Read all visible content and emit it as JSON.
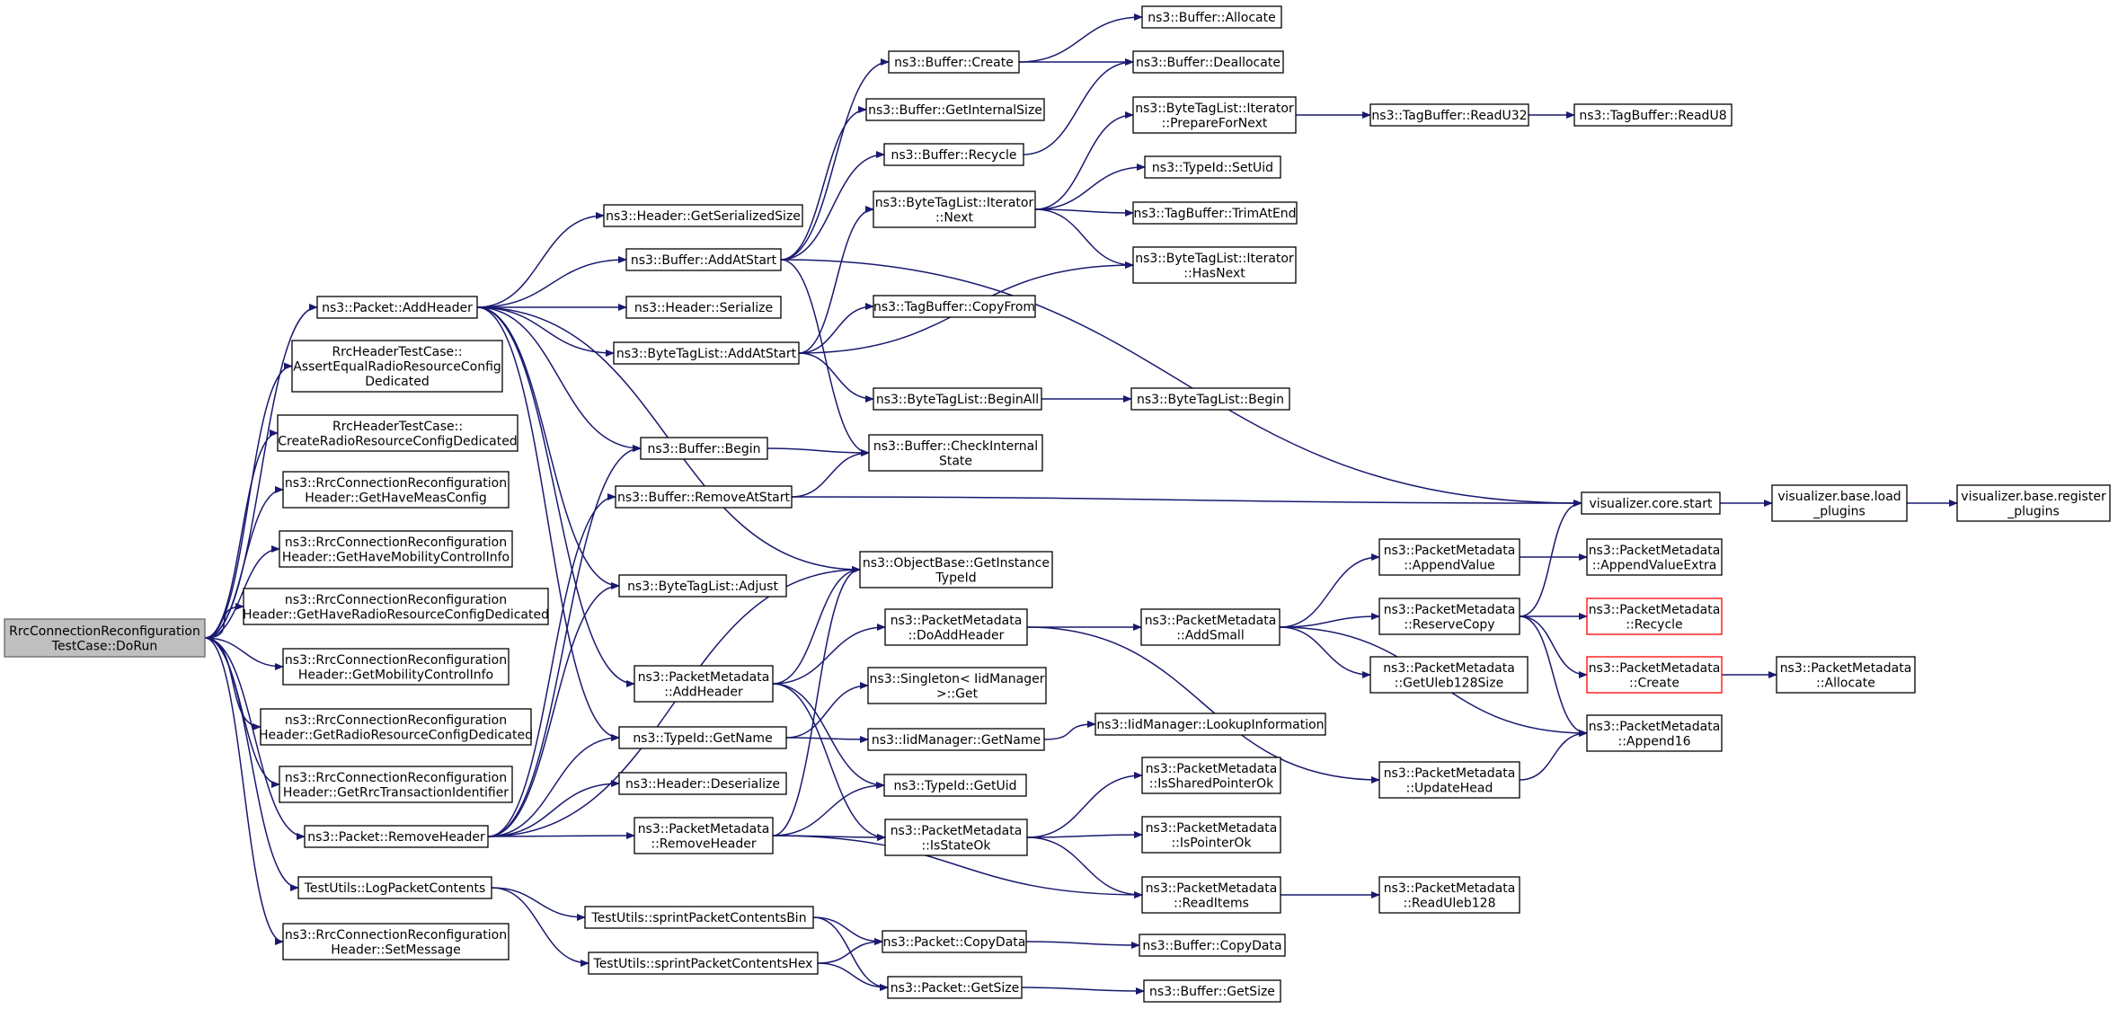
{
  "nodes": [
    {
      "id": "root",
      "lines": [
        "RrcConnectionReconfiguration",
        "TestCase::DoRun"
      ]
    },
    {
      "id": "pkt_addheader",
      "lines": [
        "ns3::Packet::AddHeader"
      ]
    },
    {
      "id": "assert_equal",
      "lines": [
        "RrcHeaderTestCase::",
        "AssertEqualRadioResourceConfig",
        "Dedicated"
      ]
    },
    {
      "id": "create_rrcd",
      "lines": [
        "RrcHeaderTestCase::",
        "CreateRadioResourceConfigDedicated"
      ]
    },
    {
      "id": "get_have_meas",
      "lines": [
        "ns3::RrcConnectionReconfiguration",
        "Header::GetHaveMeasConfig"
      ]
    },
    {
      "id": "get_have_mob",
      "lines": [
        "ns3::RrcConnectionReconfiguration",
        "Header::GetHaveMobilityControlInfo"
      ]
    },
    {
      "id": "get_have_rrcd",
      "lines": [
        "ns3::RrcConnectionReconfiguration",
        "Header::GetHaveRadioResourceConfigDedicated"
      ]
    },
    {
      "id": "get_mob",
      "lines": [
        "ns3::RrcConnectionReconfiguration",
        "Header::GetMobilityControlInfo"
      ]
    },
    {
      "id": "get_rrcd",
      "lines": [
        "ns3::RrcConnectionReconfiguration",
        "Header::GetRadioResourceConfigDedicated"
      ]
    },
    {
      "id": "get_rrc_tid",
      "lines": [
        "ns3::RrcConnectionReconfiguration",
        "Header::GetRrcTransactionIdentifier"
      ]
    },
    {
      "id": "pkt_removeheader",
      "lines": [
        "ns3::Packet::RemoveHeader"
      ]
    },
    {
      "id": "log_contents",
      "lines": [
        "TestUtils::LogPacketContents"
      ]
    },
    {
      "id": "set_message",
      "lines": [
        "ns3::RrcConnectionReconfiguration",
        "Header::SetMessage"
      ]
    },
    {
      "id": "hdr_getsersize",
      "lines": [
        "ns3::Header::GetSerializedSize"
      ]
    },
    {
      "id": "buf_addatstart",
      "lines": [
        "ns3::Buffer::AddAtStart"
      ]
    },
    {
      "id": "hdr_serialize",
      "lines": [
        "ns3::Header::Serialize"
      ]
    },
    {
      "id": "btl_addatstart",
      "lines": [
        "ns3::ByteTagList::AddAtStart"
      ]
    },
    {
      "id": "buf_begin",
      "lines": [
        "ns3::Buffer::Begin"
      ]
    },
    {
      "id": "buf_removeatstart",
      "lines": [
        "ns3::Buffer::RemoveAtStart"
      ]
    },
    {
      "id": "btl_adjust",
      "lines": [
        "ns3::ByteTagList::Adjust"
      ]
    },
    {
      "id": "pm_addheader",
      "lines": [
        "ns3::PacketMetadata",
        "::AddHeader"
      ]
    },
    {
      "id": "tid_getname",
      "lines": [
        "ns3::TypeId::GetName"
      ]
    },
    {
      "id": "hdr_deserialize",
      "lines": [
        "ns3::Header::Deserialize"
      ]
    },
    {
      "id": "pm_removeheader",
      "lines": [
        "ns3::PacketMetadata",
        "::RemoveHeader"
      ]
    },
    {
      "id": "sprint_bin",
      "lines": [
        "TestUtils::sprintPacketContentsBin"
      ]
    },
    {
      "id": "sprint_hex",
      "lines": [
        "TestUtils::sprintPacketContentsHex"
      ]
    },
    {
      "id": "buf_create",
      "lines": [
        "ns3::Buffer::Create"
      ]
    },
    {
      "id": "buf_getinternalsize",
      "lines": [
        "ns3::Buffer::GetInternalSize"
      ]
    },
    {
      "id": "buf_recycle",
      "lines": [
        "ns3::Buffer::Recycle"
      ]
    },
    {
      "id": "btl_it_next",
      "lines": [
        "ns3::ByteTagList::Iterator",
        "::Next"
      ]
    },
    {
      "id": "tb_copyfrom",
      "lines": [
        "ns3::TagBuffer::CopyFrom"
      ]
    },
    {
      "id": "btl_beginall",
      "lines": [
        "ns3::ByteTagList::BeginAll"
      ]
    },
    {
      "id": "buf_checkinternal",
      "lines": [
        "ns3::Buffer::CheckInternal",
        "State"
      ]
    },
    {
      "id": "ob_getinstance",
      "lines": [
        "ns3::ObjectBase::GetInstance",
        "TypeId"
      ]
    },
    {
      "id": "pm_doaddheader",
      "lines": [
        "ns3::PacketMetadata",
        "::DoAddHeader"
      ]
    },
    {
      "id": "singleton_get",
      "lines": [
        "ns3::Singleton< IidManager",
        ">::Get"
      ]
    },
    {
      "id": "iid_getname",
      "lines": [
        "ns3::IidManager::GetName"
      ]
    },
    {
      "id": "tid_getuid",
      "lines": [
        "ns3::TypeId::GetUid"
      ]
    },
    {
      "id": "pm_isstateok",
      "lines": [
        "ns3::PacketMetadata",
        "::IsStateOk"
      ]
    },
    {
      "id": "pkt_copydata",
      "lines": [
        "ns3::Packet::CopyData"
      ]
    },
    {
      "id": "pkt_getsize",
      "lines": [
        "ns3::Packet::GetSize"
      ]
    },
    {
      "id": "buf_allocate",
      "lines": [
        "ns3::Buffer::Allocate"
      ]
    },
    {
      "id": "buf_deallocate",
      "lines": [
        "ns3::Buffer::Deallocate"
      ]
    },
    {
      "id": "btl_it_preparefornext",
      "lines": [
        "ns3::ByteTagList::Iterator",
        "::PrepareForNext"
      ]
    },
    {
      "id": "tid_setuid",
      "lines": [
        "ns3::TypeId::SetUid"
      ]
    },
    {
      "id": "tb_trimatend",
      "lines": [
        "ns3::TagBuffer::TrimAtEnd"
      ]
    },
    {
      "id": "btl_it_hasnext",
      "lines": [
        "ns3::ByteTagList::Iterator",
        "::HasNext"
      ]
    },
    {
      "id": "btl_begin",
      "lines": [
        "ns3::ByteTagList::Begin"
      ]
    },
    {
      "id": "pm_addsmall",
      "lines": [
        "ns3::PacketMetadata",
        "::AddSmall"
      ]
    },
    {
      "id": "iid_lookup",
      "lines": [
        "ns3::IidManager::LookupInformation"
      ]
    },
    {
      "id": "pm_issharedok",
      "lines": [
        "ns3::PacketMetadata",
        "::IsSharedPointerOk"
      ]
    },
    {
      "id": "pm_ispointerok",
      "lines": [
        "ns3::PacketMetadata",
        "::IsPointerOk"
      ]
    },
    {
      "id": "pm_readitems",
      "lines": [
        "ns3::PacketMetadata",
        "::ReadItems"
      ]
    },
    {
      "id": "buf_copydata",
      "lines": [
        "ns3::Buffer::CopyData"
      ]
    },
    {
      "id": "buf_getsize",
      "lines": [
        "ns3::Buffer::GetSize"
      ]
    },
    {
      "id": "tb_readu32",
      "lines": [
        "ns3::TagBuffer::ReadU32"
      ]
    },
    {
      "id": "pm_appendvalue",
      "lines": [
        "ns3::PacketMetadata",
        "::AppendValue"
      ]
    },
    {
      "id": "pm_reservecopy",
      "lines": [
        "ns3::PacketMetadata",
        "::ReserveCopy"
      ]
    },
    {
      "id": "pm_getuleb128size",
      "lines": [
        "ns3::PacketMetadata",
        "::GetUleb128Size"
      ]
    },
    {
      "id": "pm_updatehead",
      "lines": [
        "ns3::PacketMetadata",
        "::UpdateHead"
      ]
    },
    {
      "id": "pm_readuleb128",
      "lines": [
        "ns3::PacketMetadata",
        "::ReadUleb128"
      ]
    },
    {
      "id": "tb_readu8",
      "lines": [
        "ns3::TagBuffer::ReadU8"
      ]
    },
    {
      "id": "vis_core_start",
      "lines": [
        "visualizer.core.start"
      ]
    },
    {
      "id": "pm_appendvalueextra",
      "lines": [
        "ns3::PacketMetadata",
        "::AppendValueExtra"
      ]
    },
    {
      "id": "pm_recycle",
      "lines": [
        "ns3::PacketMetadata",
        "::Recycle"
      ],
      "truncated": true
    },
    {
      "id": "pm_create",
      "lines": [
        "ns3::PacketMetadata",
        "::Create"
      ],
      "truncated": true
    },
    {
      "id": "pm_append16",
      "lines": [
        "ns3::PacketMetadata",
        "::Append16"
      ]
    },
    {
      "id": "vis_base_load",
      "lines": [
        "visualizer.base.load",
        "_plugins"
      ]
    },
    {
      "id": "pm_allocate",
      "lines": [
        "ns3::PacketMetadata",
        "::Allocate"
      ]
    },
    {
      "id": "vis_base_register",
      "lines": [
        "visualizer.base.register",
        "_plugins"
      ]
    }
  ],
  "edges": [
    [
      "root",
      "pkt_addheader"
    ],
    [
      "root",
      "assert_equal"
    ],
    [
      "root",
      "create_rrcd"
    ],
    [
      "root",
      "get_have_meas"
    ],
    [
      "root",
      "get_have_mob"
    ],
    [
      "root",
      "get_have_rrcd"
    ],
    [
      "root",
      "get_mob"
    ],
    [
      "root",
      "get_rrcd"
    ],
    [
      "root",
      "get_rrc_tid"
    ],
    [
      "root",
      "pkt_removeheader"
    ],
    [
      "root",
      "log_contents"
    ],
    [
      "root",
      "set_message"
    ],
    [
      "pkt_addheader",
      "hdr_getsersize"
    ],
    [
      "pkt_addheader",
      "buf_addatstart"
    ],
    [
      "pkt_addheader",
      "hdr_serialize"
    ],
    [
      "pkt_addheader",
      "btl_addatstart"
    ],
    [
      "pkt_addheader",
      "buf_begin"
    ],
    [
      "pkt_addheader",
      "btl_adjust"
    ],
    [
      "pkt_addheader",
      "pm_addheader"
    ],
    [
      "pkt_addheader",
      "tid_getname"
    ],
    [
      "pkt_addheader",
      "ob_getinstance"
    ],
    [
      "pkt_removeheader",
      "buf_begin"
    ],
    [
      "pkt_removeheader",
      "buf_removeatstart"
    ],
    [
      "pkt_removeheader",
      "btl_adjust"
    ],
    [
      "pkt_removeheader",
      "tid_getname"
    ],
    [
      "pkt_removeheader",
      "hdr_deserialize"
    ],
    [
      "pkt_removeheader",
      "pm_removeheader"
    ],
    [
      "pkt_removeheader",
      "ob_getinstance"
    ],
    [
      "log_contents",
      "sprint_bin"
    ],
    [
      "log_contents",
      "sprint_hex"
    ],
    [
      "buf_addatstart",
      "buf_create"
    ],
    [
      "buf_addatstart",
      "buf_getinternalsize"
    ],
    [
      "buf_addatstart",
      "buf_recycle"
    ],
    [
      "buf_addatstart",
      "buf_checkinternal"
    ],
    [
      "buf_addatstart",
      "vis_core_start"
    ],
    [
      "btl_addatstart",
      "btl_it_next"
    ],
    [
      "btl_addatstart",
      "tb_copyfrom"
    ],
    [
      "btl_addatstart",
      "btl_it_hasnext"
    ],
    [
      "btl_addatstart",
      "btl_beginall"
    ],
    [
      "buf_begin",
      "buf_checkinternal"
    ],
    [
      "buf_removeatstart",
      "buf_checkinternal"
    ],
    [
      "buf_removeatstart",
      "vis_core_start"
    ],
    [
      "pm_addheader",
      "ob_getinstance"
    ],
    [
      "pm_addheader",
      "pm_doaddheader"
    ],
    [
      "pm_addheader",
      "tid_getuid"
    ],
    [
      "pm_addheader",
      "pm_isstateok"
    ],
    [
      "tid_getname",
      "singleton_get"
    ],
    [
      "tid_getname",
      "iid_getname"
    ],
    [
      "pm_removeheader",
      "tid_getuid"
    ],
    [
      "pm_removeheader",
      "pm_isstateok"
    ],
    [
      "pm_removeheader",
      "pm_readitems"
    ],
    [
      "pm_removeheader",
      "ob_getinstance"
    ],
    [
      "sprint_bin",
      "pkt_copydata"
    ],
    [
      "sprint_bin",
      "pkt_getsize"
    ],
    [
      "sprint_hex",
      "pkt_copydata"
    ],
    [
      "sprint_hex",
      "pkt_getsize"
    ],
    [
      "buf_create",
      "buf_allocate"
    ],
    [
      "buf_create",
      "buf_deallocate"
    ],
    [
      "buf_recycle",
      "buf_deallocate"
    ],
    [
      "btl_it_next",
      "btl_it_preparefornext"
    ],
    [
      "btl_it_next",
      "tid_setuid"
    ],
    [
      "btl_it_next",
      "tb_trimatend"
    ],
    [
      "btl_it_next",
      "btl_it_hasnext"
    ],
    [
      "btl_beginall",
      "btl_begin"
    ],
    [
      "pm_doaddheader",
      "pm_addsmall"
    ],
    [
      "pm_doaddheader",
      "pm_updatehead"
    ],
    [
      "iid_getname",
      "iid_lookup"
    ],
    [
      "pm_isstateok",
      "pm_issharedok"
    ],
    [
      "pm_isstateok",
      "pm_ispointerok"
    ],
    [
      "pm_isstateok",
      "pm_readitems"
    ],
    [
      "pkt_copydata",
      "buf_copydata"
    ],
    [
      "pkt_getsize",
      "buf_getsize"
    ],
    [
      "btl_it_preparefornext",
      "tb_readu32"
    ],
    [
      "pm_addsmall",
      "pm_appendvalue"
    ],
    [
      "pm_addsmall",
      "pm_reservecopy"
    ],
    [
      "pm_addsmall",
      "pm_getuleb128size"
    ],
    [
      "pm_addsmall",
      "pm_append16"
    ],
    [
      "pm_readitems",
      "pm_readuleb128"
    ],
    [
      "tb_readu32",
      "tb_readu8"
    ],
    [
      "pm_appendvalue",
      "pm_appendvalueextra"
    ],
    [
      "pm_reservecopy",
      "vis_core_start"
    ],
    [
      "pm_reservecopy",
      "pm_recycle"
    ],
    [
      "pm_reservecopy",
      "pm_create"
    ],
    [
      "pm_reservecopy",
      "pm_append16"
    ],
    [
      "pm_updatehead",
      "pm_append16"
    ],
    [
      "pm_create",
      "pm_allocate"
    ],
    [
      "vis_core_start",
      "vis_base_load"
    ],
    [
      "vis_base_load",
      "vis_base_register"
    ]
  ]
}
